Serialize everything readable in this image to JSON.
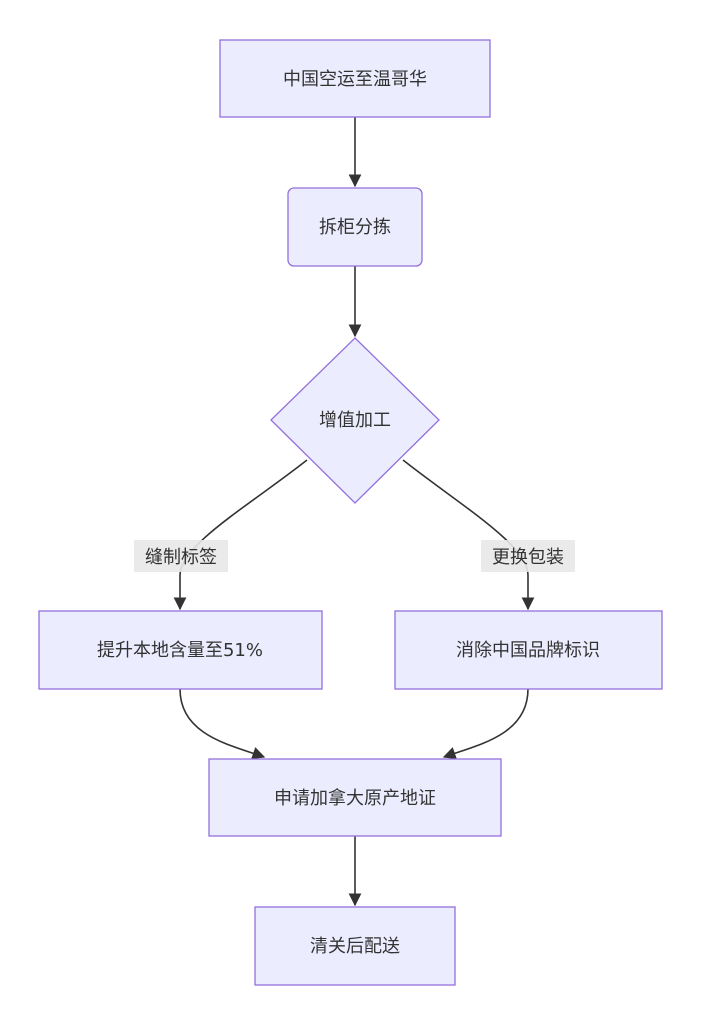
{
  "nodes": {
    "air_freight": "中国空运至温哥华",
    "unpack": "拆柜分拣",
    "value_add": "增值加工",
    "local_content": "提升本地含量至51%",
    "remove_brand": "消除中国品牌标识",
    "origin_cert": "申请加拿大原产地证",
    "customs": "清关后配送"
  },
  "edges": {
    "label_left": "缝制标签",
    "label_right": "更换包装"
  },
  "colors": {
    "node_fill": "#ECECFF",
    "node_stroke": "#9370DB",
    "edge": "#333333",
    "label_bg": "#e8e8e8"
  }
}
